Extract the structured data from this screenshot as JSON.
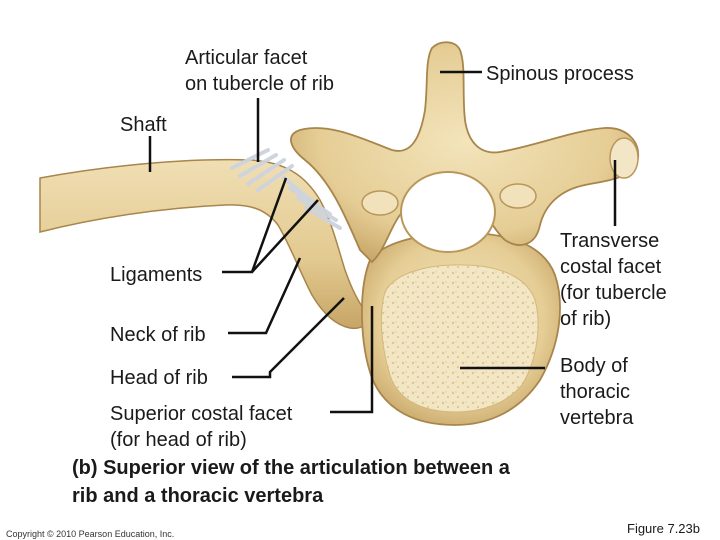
{
  "labels": {
    "articular_facet": "Articular facet\non tubercle of rib",
    "spinous_process": "Spinous process",
    "shaft": "Shaft",
    "ligaments": "Ligaments",
    "transverse_costal_facet": "Transverse\ncostal facet\n(for tubercle\nof rib)",
    "neck_of_rib": "Neck of rib",
    "head_of_rib": "Head of rib",
    "body_of_vertebra": "Body of\nthoracic\nvertebra",
    "superior_costal_facet": "Superior costal facet\n(for head of rib)"
  },
  "caption": "(b) Superior view of the articulation between a\nrib and a thoracic vertebra",
  "copyright": "Copyright © 2010 Pearson Education, Inc.",
  "figure_number": "Figure 7.23b",
  "colors": {
    "bone": "#e9d5a3",
    "bone_shadow": "#c9a86a",
    "bone_outline": "#a8854b",
    "cancellous": "#f1e4bf",
    "ligament": "#d9dde6",
    "leader": "#111111"
  }
}
